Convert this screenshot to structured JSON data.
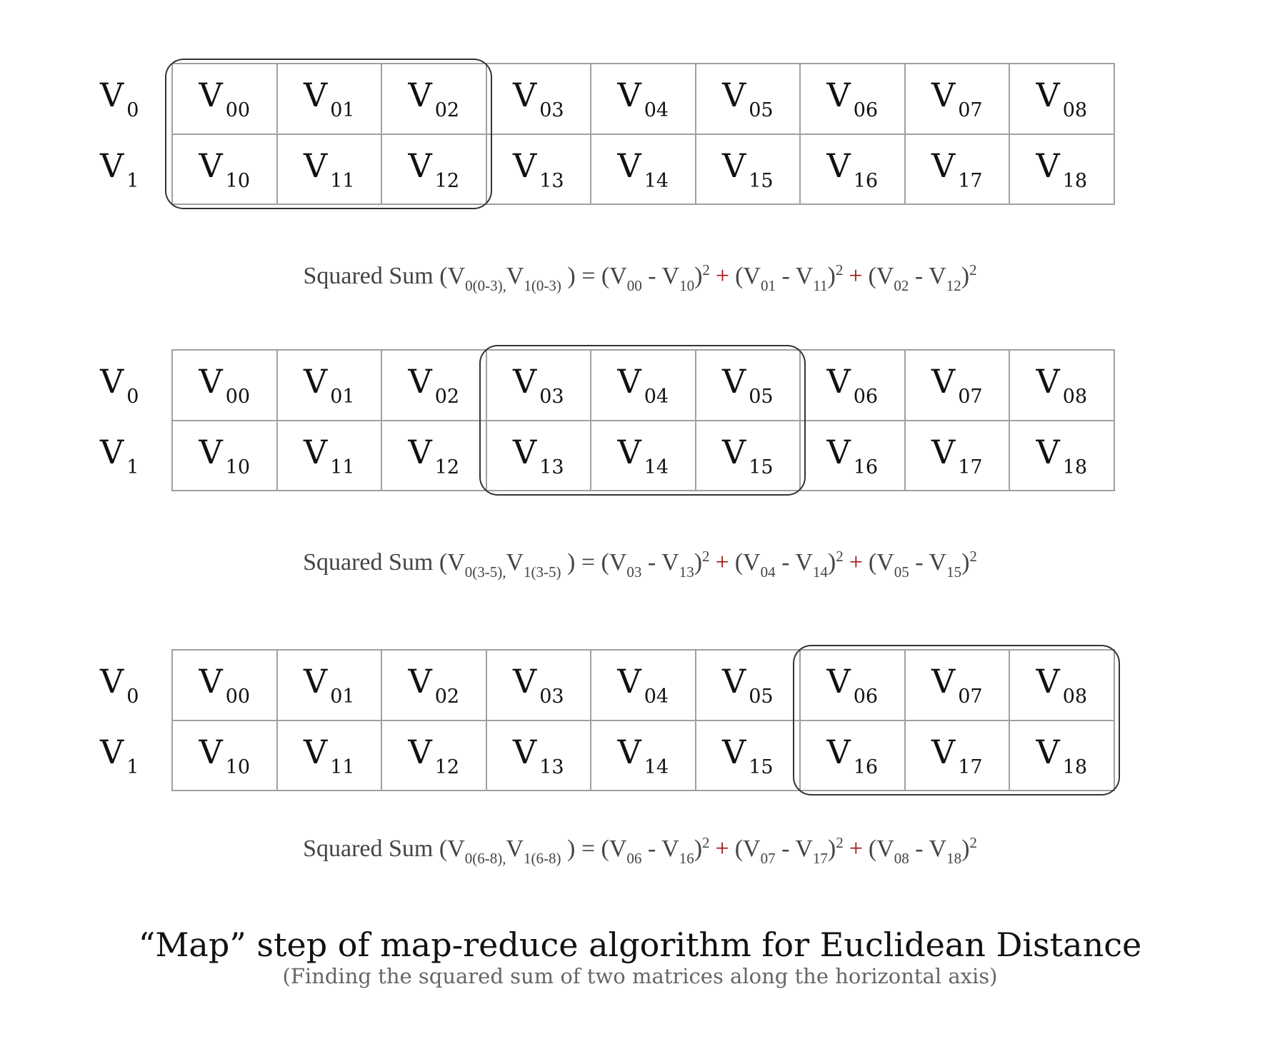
{
  "row_labels": [
    {
      "base": "V",
      "sub": "0"
    },
    {
      "base": "V",
      "sub": "1"
    }
  ],
  "rows": [
    [
      "00",
      "01",
      "02",
      "03",
      "04",
      "05",
      "06",
      "07",
      "08"
    ],
    [
      "10",
      "11",
      "12",
      "13",
      "14",
      "15",
      "16",
      "17",
      "18"
    ]
  ],
  "blocks": [
    {
      "highlight_columns": [
        0,
        2
      ],
      "equation": {
        "label": "Squared Sum",
        "arg0": "0(0-3),",
        "arg1": "1(0-3)",
        "terms": [
          [
            "00",
            "10"
          ],
          [
            "01",
            "11"
          ],
          [
            "02",
            "12"
          ]
        ]
      }
    },
    {
      "highlight_columns": [
        3,
        5
      ],
      "equation": {
        "label": "Squared Sum",
        "arg0": "0(3-5),",
        "arg1": "1(3-5)",
        "terms": [
          [
            "03",
            "13"
          ],
          [
            "04",
            "14"
          ],
          [
            "05",
            "15"
          ]
        ]
      }
    },
    {
      "highlight_columns": [
        6,
        8
      ],
      "equation": {
        "label": "Squared Sum",
        "arg0": "0(6-8),",
        "arg1": "1(6-8)",
        "terms": [
          [
            "06",
            "16"
          ],
          [
            "07",
            "17"
          ],
          [
            "08",
            "18"
          ]
        ]
      }
    }
  ],
  "symbols": {
    "var": "V",
    "minus": "-",
    "plus": "+",
    "equals": "=",
    "square": "2"
  },
  "title": "“Map” step of map-reduce algorithm for Euclidean Distance",
  "subtitle": "(Finding the squared sum of two matrices along the horizontal axis)",
  "colors": {
    "plus": "#a01010",
    "grid": "#a0a0a0",
    "highlight": "#333333"
  }
}
